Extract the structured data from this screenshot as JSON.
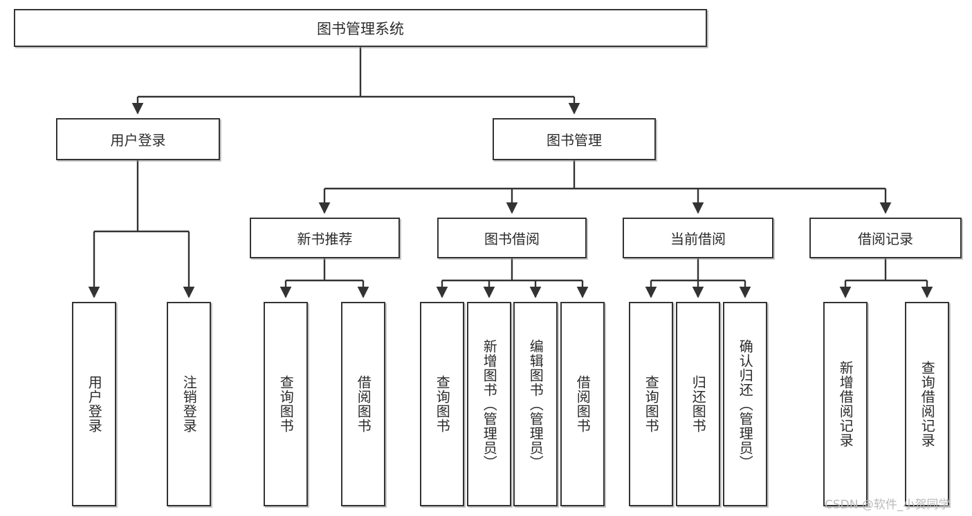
{
  "diagram": {
    "type": "tree-hierarchy",
    "title": "图书管理系统",
    "watermark": "CSDN @软件_小贺同学",
    "colors": {
      "border": "#333333",
      "fill": "#ffffff",
      "text": "#2b2b2b",
      "edge": "#333333",
      "watermark": "#b9b9b9"
    },
    "root": {
      "label": "图书管理系统"
    },
    "level1": [
      {
        "label": "用户登录"
      },
      {
        "label": "图书管理"
      }
    ],
    "level2": [
      {
        "label": "新书推荐"
      },
      {
        "label": "图书借阅"
      },
      {
        "label": "当前借阅"
      },
      {
        "label": "借阅记录"
      }
    ],
    "leaves": {
      "user_login": [
        {
          "label": "用户登录"
        },
        {
          "label": "注销登录"
        }
      ],
      "new_book_recommend": [
        {
          "label": "查询图书"
        },
        {
          "label": "借阅图书"
        }
      ],
      "book_borrow": [
        {
          "label": "查询图书"
        },
        {
          "label": "新增图书（管理员）"
        },
        {
          "label": "编辑图书（管理员）"
        },
        {
          "label": "借阅图书"
        }
      ],
      "current_borrow": [
        {
          "label": "查询图书"
        },
        {
          "label": "归还图书"
        },
        {
          "label": "确认归还（管理员）"
        }
      ],
      "borrow_record": [
        {
          "label": "新增借阅记录"
        },
        {
          "label": "查询借阅记录"
        }
      ]
    }
  }
}
